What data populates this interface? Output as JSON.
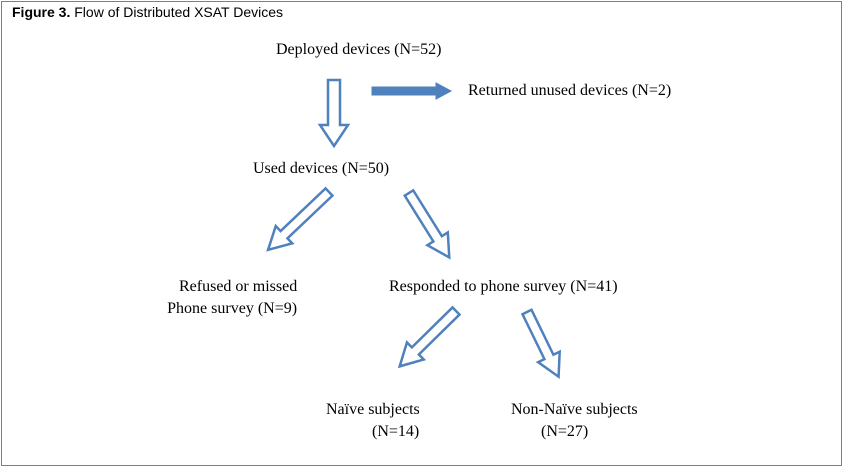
{
  "caption": {
    "label": "Figure 3.",
    "title": "Flow of Distributed XSAT Devices"
  },
  "nodes": {
    "deployed": "Deployed devices (N=52)",
    "returned": "Returned unused devices (N=2)",
    "used": "Used devices (N=50)",
    "refused_line1": "Refused or missed",
    "refused_line2": "Phone survey (N=9)",
    "responded": "Responded to phone survey (N=41)",
    "naive_line1": "Naïve subjects",
    "naive_line2": "(N=14)",
    "nonnaive_line1": "Non-Naïve subjects",
    "nonnaive_line2": "(N=27)"
  },
  "colors": {
    "arrow_stroke": "#4f81bd",
    "arrow_fill_solid": "#4f81bd",
    "border": "#7f7f7f"
  }
}
